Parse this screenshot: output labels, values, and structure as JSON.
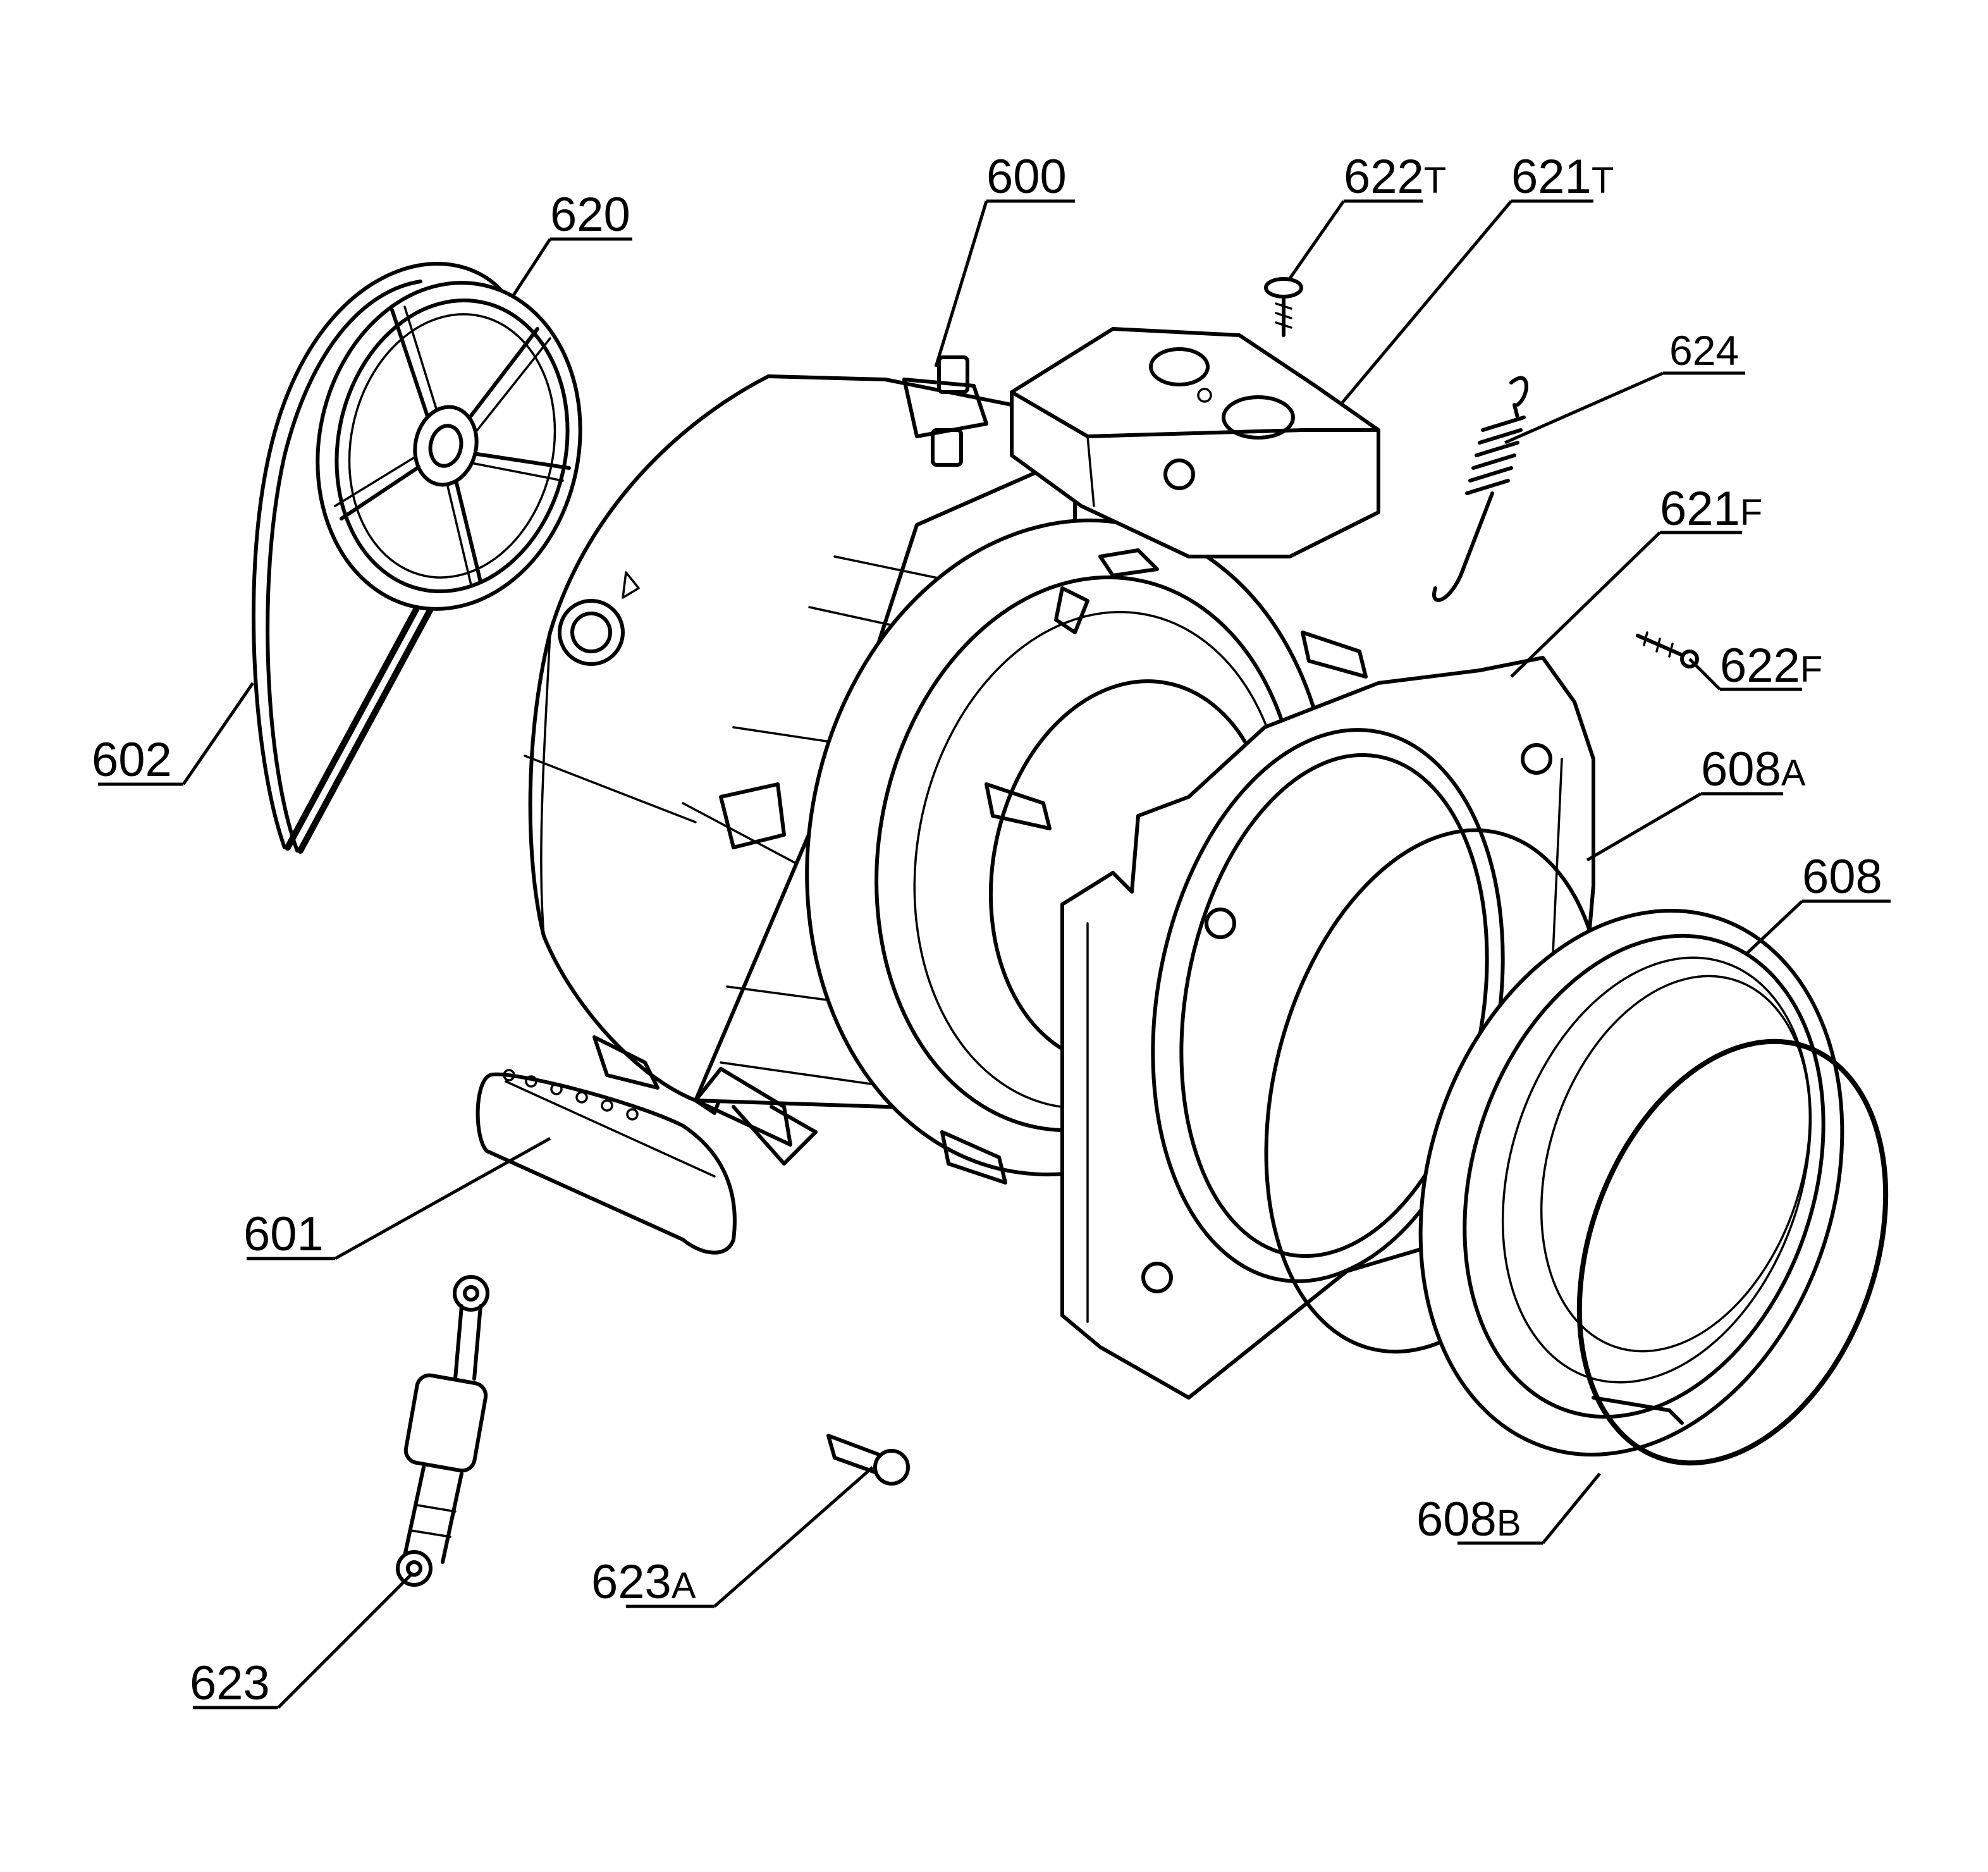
{
  "callouts": {
    "c600": {
      "num": "600",
      "suffix": ""
    },
    "c620": {
      "num": "620",
      "suffix": ""
    },
    "c622t": {
      "num": "622",
      "suffix": "T"
    },
    "c621t": {
      "num": "621",
      "suffix": "T"
    },
    "c624": {
      "num": "624",
      "suffix": ""
    },
    "c621f": {
      "num": "621",
      "suffix": "F"
    },
    "c622f": {
      "num": "622",
      "suffix": "F"
    },
    "c608a": {
      "num": "608",
      "suffix": "A"
    },
    "c608": {
      "num": "608",
      "suffix": ""
    },
    "c602": {
      "num": "602",
      "suffix": ""
    },
    "c601": {
      "num": "601",
      "suffix": ""
    },
    "c608b": {
      "num": "608",
      "suffix": "B"
    },
    "c623a": {
      "num": "623",
      "suffix": "A"
    },
    "c623": {
      "num": "623",
      "suffix": ""
    }
  }
}
